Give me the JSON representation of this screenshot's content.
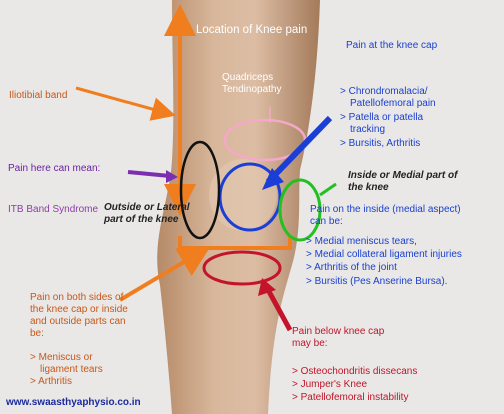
{
  "title": "Location of Knee pain",
  "cap": {
    "heading": "Pain at the knee cap",
    "items": [
      "> Chrondromalacia/",
      "Patellofemoral pain",
      "> Patella or patella",
      "tracking",
      "> Bursitis, Arthritis"
    ]
  },
  "itb": {
    "label": "Iliotibial band"
  },
  "quad": {
    "line1": "Quadriceps",
    "line2": "Tendinopathy"
  },
  "pain_here": {
    "label": "Pain here can mean:"
  },
  "itb_syndrome": {
    "label": "ITB Band Syndrome"
  },
  "outside": {
    "line1": "Outside or Lateral",
    "line2": "part of the knee"
  },
  "inside": {
    "line1": "Inside or Medial part of",
    "line2": "the knee"
  },
  "medial": {
    "heading1": "Pain on the inside (medial aspect)",
    "heading2": "can be:",
    "items": [
      "> Medial meniscus tears,",
      "> Medial collateral ligament injuries",
      "> Arthritis of the joint",
      "> Bursitis (Pes Anserine Bursa)."
    ]
  },
  "both": {
    "lines": [
      "Pain on both sides of",
      "the knee cap or inside",
      "and outside parts can",
      "be:"
    ],
    "items": [
      "> Meniscus or",
      "ligament tears",
      "> Arthritis"
    ]
  },
  "below": {
    "heading1": "Pain below knee cap",
    "heading2": "may be:",
    "items": [
      "> Osteochondritis dissecans",
      "> Jumper's Knee",
      "> Patellofemoral instability"
    ]
  },
  "website": "www.swaasthyaphysio.co.in"
}
